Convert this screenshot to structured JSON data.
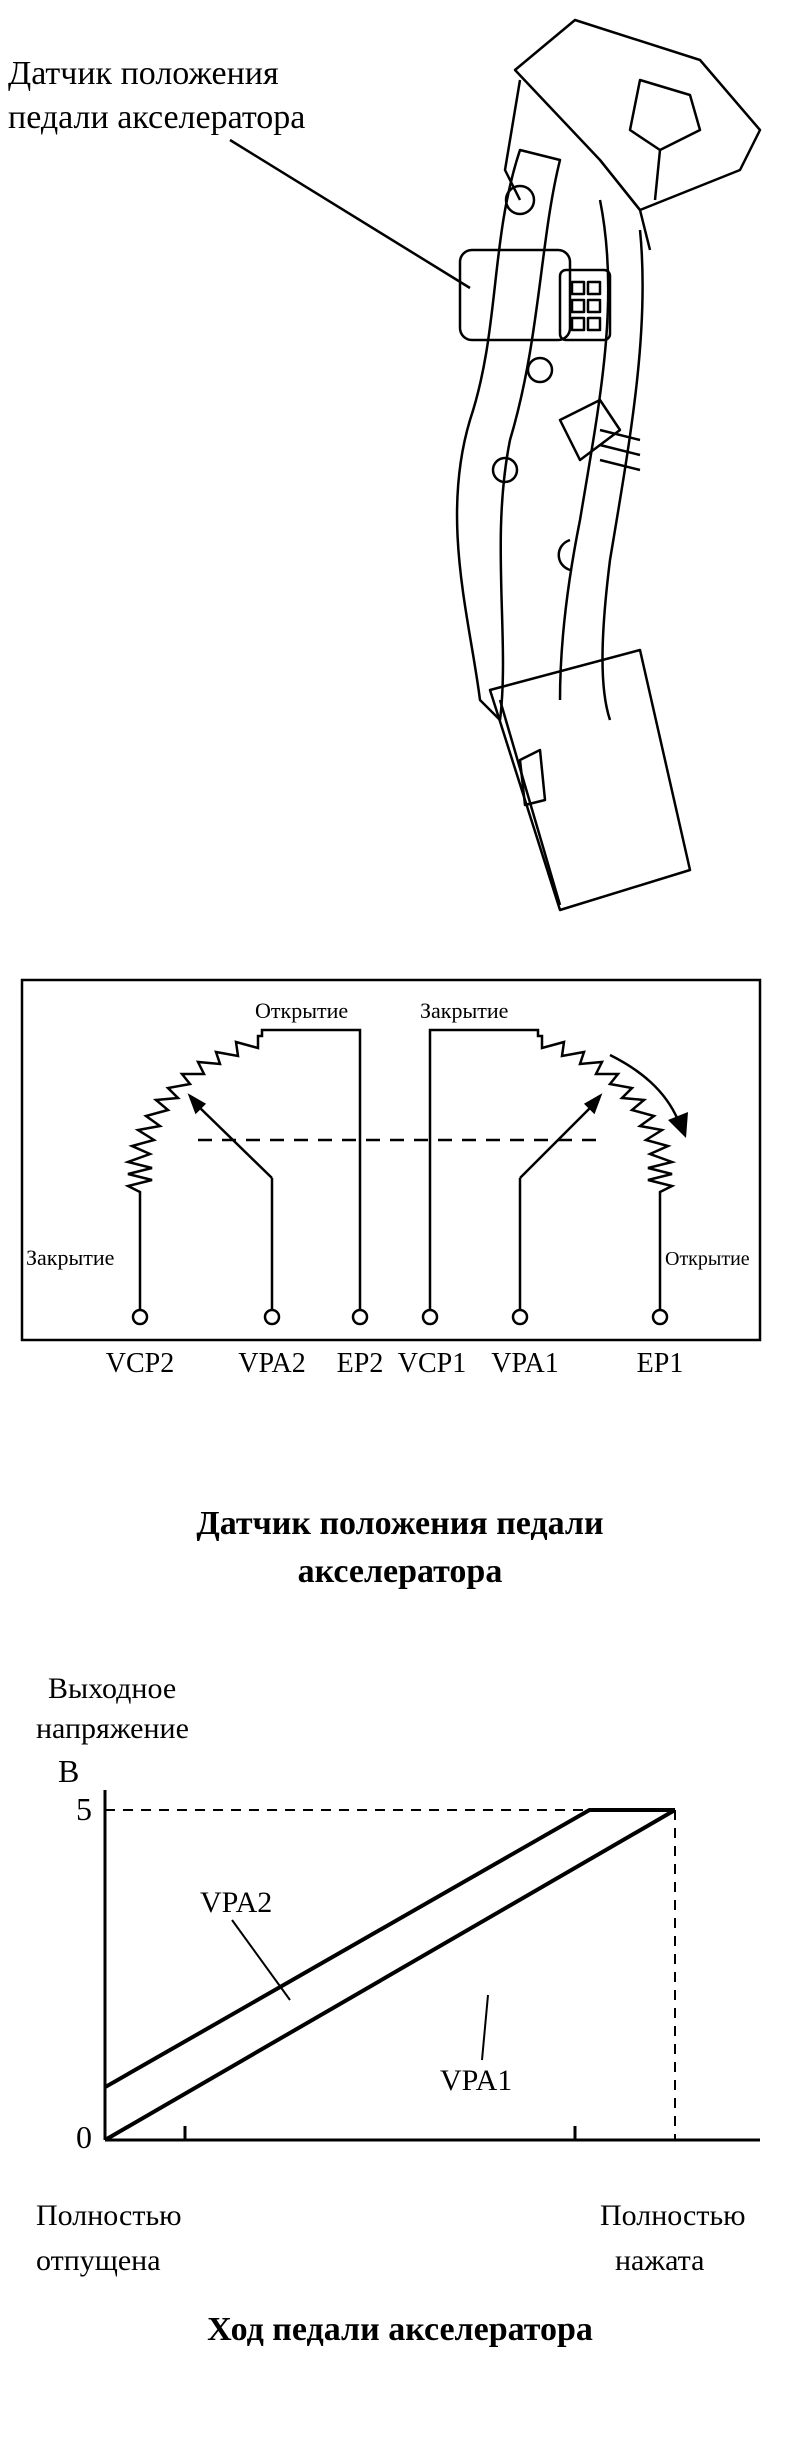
{
  "callout": {
    "line1": "Датчик положения",
    "line2": "педали акселератора"
  },
  "circuit": {
    "label_open_left": "Открытие",
    "label_close_right": "Закрытие",
    "label_close_left": "Закрытие",
    "label_open_right": "Открытие",
    "terminals": [
      "VCP2",
      "VPA2",
      "EP2",
      "VCP1",
      "VPA1",
      "EP1"
    ]
  },
  "sensor_title": {
    "line1": "Датчик положения педали",
    "line2": "акселератора"
  },
  "chart_data": {
    "type": "line",
    "ylabel_line1": "Выходное",
    "ylabel_line2": "напряжение",
    "yunit": "В",
    "y_ticks": [
      "5",
      "0"
    ],
    "ylim": [
      0,
      5
    ],
    "xlim": [
      0,
      1
    ],
    "xlabel_left_line1": "Полностью",
    "xlabel_left_line2": "отпущена",
    "xlabel_right_line1": "Полностью",
    "xlabel_right_line2": "нажата",
    "title": "Ход педали акселератора",
    "series": [
      {
        "name": "VPA2",
        "x": [
          0,
          0.85,
          1.0
        ],
        "y": [
          0.8,
          5,
          5
        ]
      },
      {
        "name": "VPA1",
        "x": [
          0,
          1.0
        ],
        "y": [
          0,
          5
        ]
      }
    ]
  }
}
